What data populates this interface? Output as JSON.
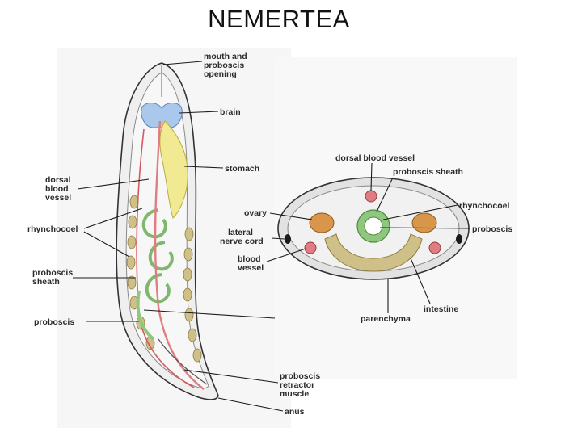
{
  "title": "NEMERTEA",
  "colors": {
    "brain": "#a9c8ec",
    "stomach": "#f2ea92",
    "blood_vessel": "#e07d82",
    "proboscis": "#8fc77e",
    "ovary": "#d7964a",
    "intestine": "#cfc08a",
    "body_wall": "#cfcfcf",
    "outline": "#333333"
  },
  "longitudinal_labels": {
    "mouth": [
      "mouth and",
      "proboscis",
      "opening"
    ],
    "brain": [
      "brain"
    ],
    "stomach": [
      "stomach"
    ],
    "dorsal_vessel": [
      "dorsal",
      "blood",
      "vessel"
    ],
    "rhynchocoel": [
      "rhynchocoel"
    ],
    "proboscis_sheath": [
      "proboscis",
      "sheath"
    ],
    "proboscis": [
      "proboscis"
    ],
    "retractor": [
      "proboscis",
      "retractor",
      "muscle"
    ],
    "anus": [
      "anus"
    ]
  },
  "cross_section_labels": {
    "dorsal_vessel": [
      "dorsal blood vessel"
    ],
    "proboscis_sheath": [
      "proboscis sheath"
    ],
    "rhynchocoel": [
      "rhynchocoel"
    ],
    "proboscis": [
      "proboscis"
    ],
    "ovary": [
      "ovary"
    ],
    "lateral_nerve": [
      "lateral",
      "nerve cord"
    ],
    "blood_vessel": [
      "blood",
      "vessel"
    ],
    "intestine": [
      "intestine"
    ],
    "parenchyma": [
      "parenchyma"
    ]
  }
}
